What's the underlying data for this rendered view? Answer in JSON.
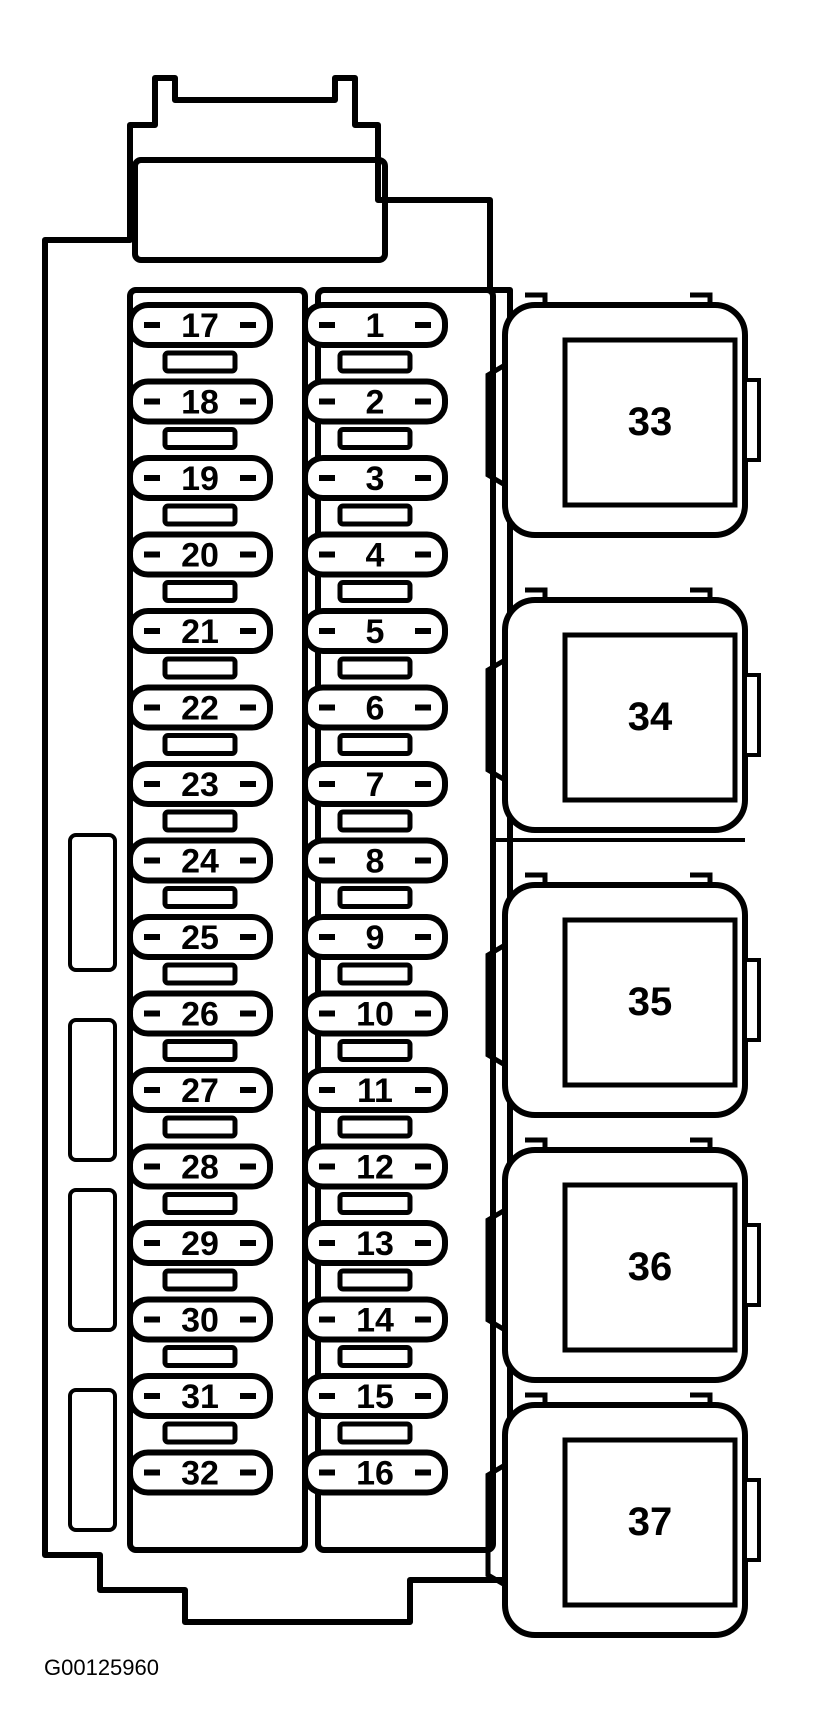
{
  "diagram": {
    "fuses_left": [
      "17",
      "18",
      "19",
      "20",
      "21",
      "22",
      "23",
      "24",
      "25",
      "26",
      "27",
      "28",
      "29",
      "30",
      "31",
      "32"
    ],
    "fuses_right": [
      "1",
      "2",
      "3",
      "4",
      "5",
      "6",
      "7",
      "8",
      "9",
      "10",
      "11",
      "12",
      "13",
      "14",
      "15",
      "16"
    ],
    "relays": [
      "33",
      "34",
      "35",
      "36",
      "37"
    ],
    "caption": "G00125960"
  }
}
